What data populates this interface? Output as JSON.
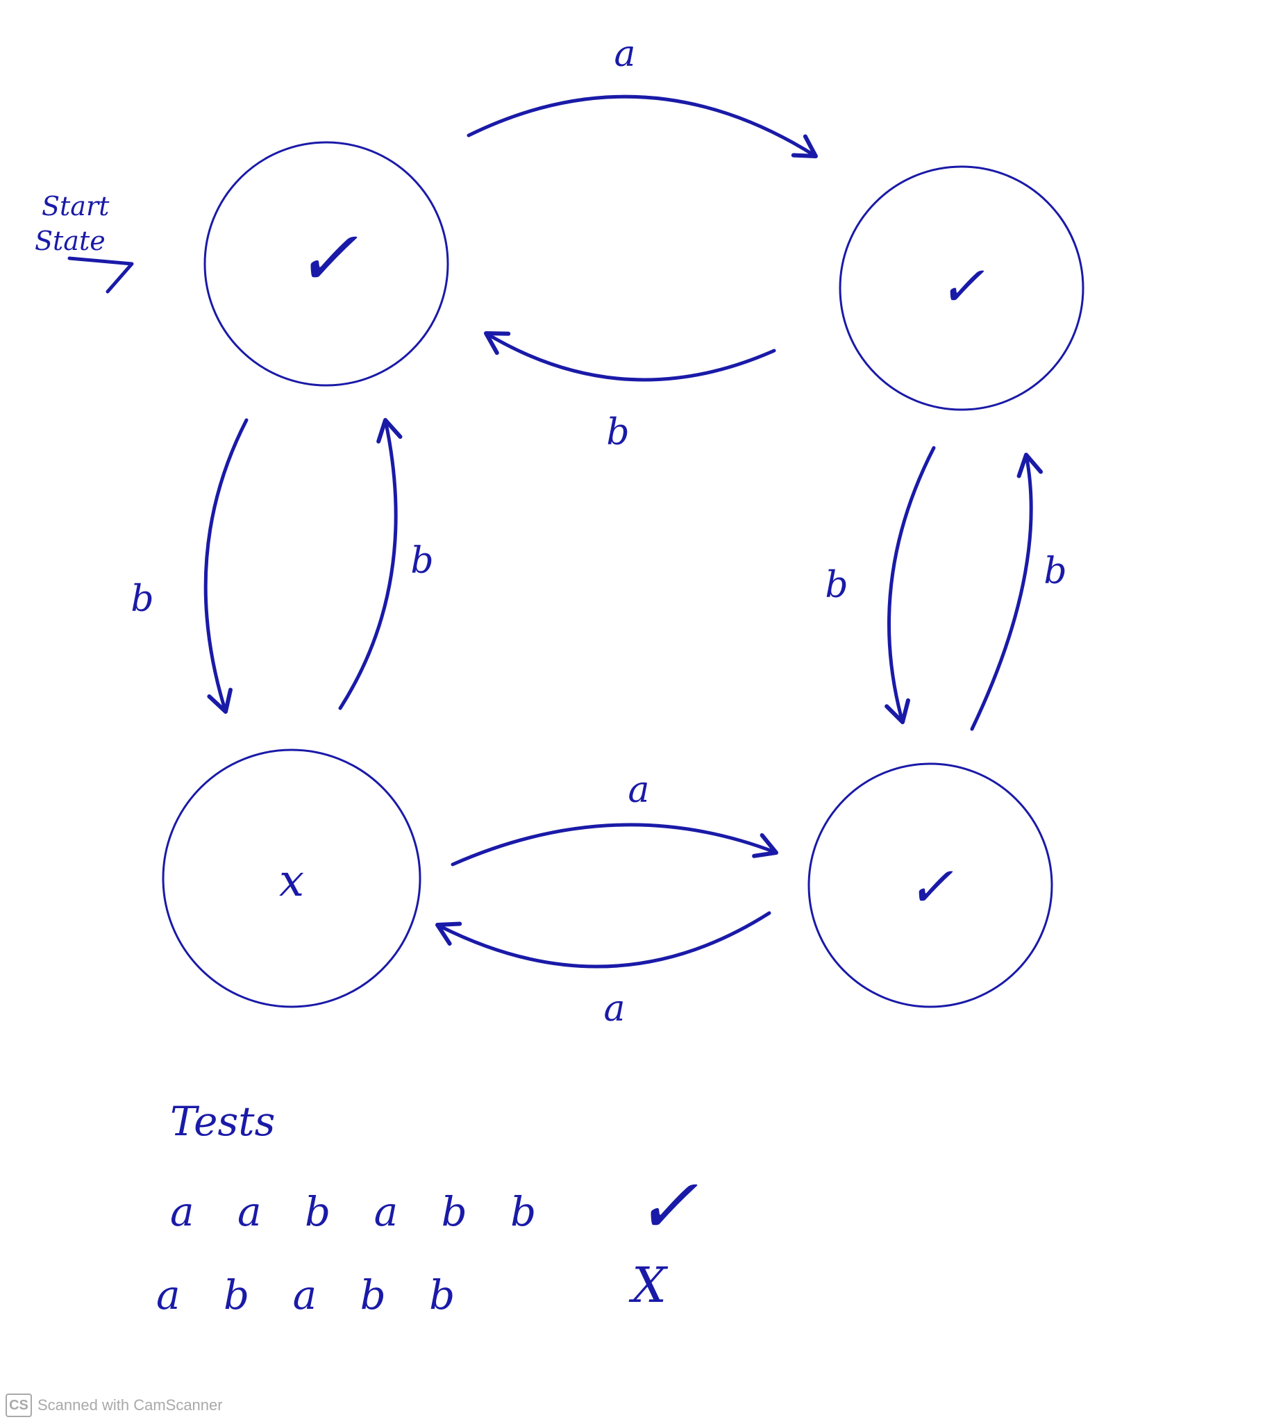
{
  "diagram": {
    "start_label_line1": "Start",
    "start_label_line2": "State",
    "states": [
      {
        "id": "top-left",
        "mark": "✓",
        "accepting": true,
        "start": true
      },
      {
        "id": "top-right",
        "mark": "✓",
        "accepting": true
      },
      {
        "id": "bottom-left",
        "mark": "x",
        "accepting": false
      },
      {
        "id": "bottom-right",
        "mark": "✓",
        "accepting": true
      }
    ],
    "transitions": [
      {
        "from": "top-left",
        "to": "top-right",
        "label": "a"
      },
      {
        "from": "top-right",
        "to": "top-left",
        "label": "b"
      },
      {
        "from": "top-left",
        "to": "bottom-left",
        "label": "b"
      },
      {
        "from": "bottom-left",
        "to": "top-left",
        "label": "b"
      },
      {
        "from": "top-right",
        "to": "bottom-right",
        "label": "b"
      },
      {
        "from": "bottom-right",
        "to": "top-right",
        "label": "b"
      },
      {
        "from": "bottom-left",
        "to": "bottom-right",
        "label": "a"
      },
      {
        "from": "bottom-right",
        "to": "bottom-left",
        "label": "a"
      }
    ]
  },
  "tests": {
    "heading": "Tests",
    "rows": [
      {
        "string": "a a b a b b",
        "result": "✓"
      },
      {
        "string": "a b a b b",
        "result": "X"
      }
    ]
  },
  "watermark": {
    "logo": "CS",
    "text": "Scanned with CamScanner"
  },
  "colors": {
    "ink": "#1a1aa8",
    "watermark": "#a9a9a9"
  }
}
